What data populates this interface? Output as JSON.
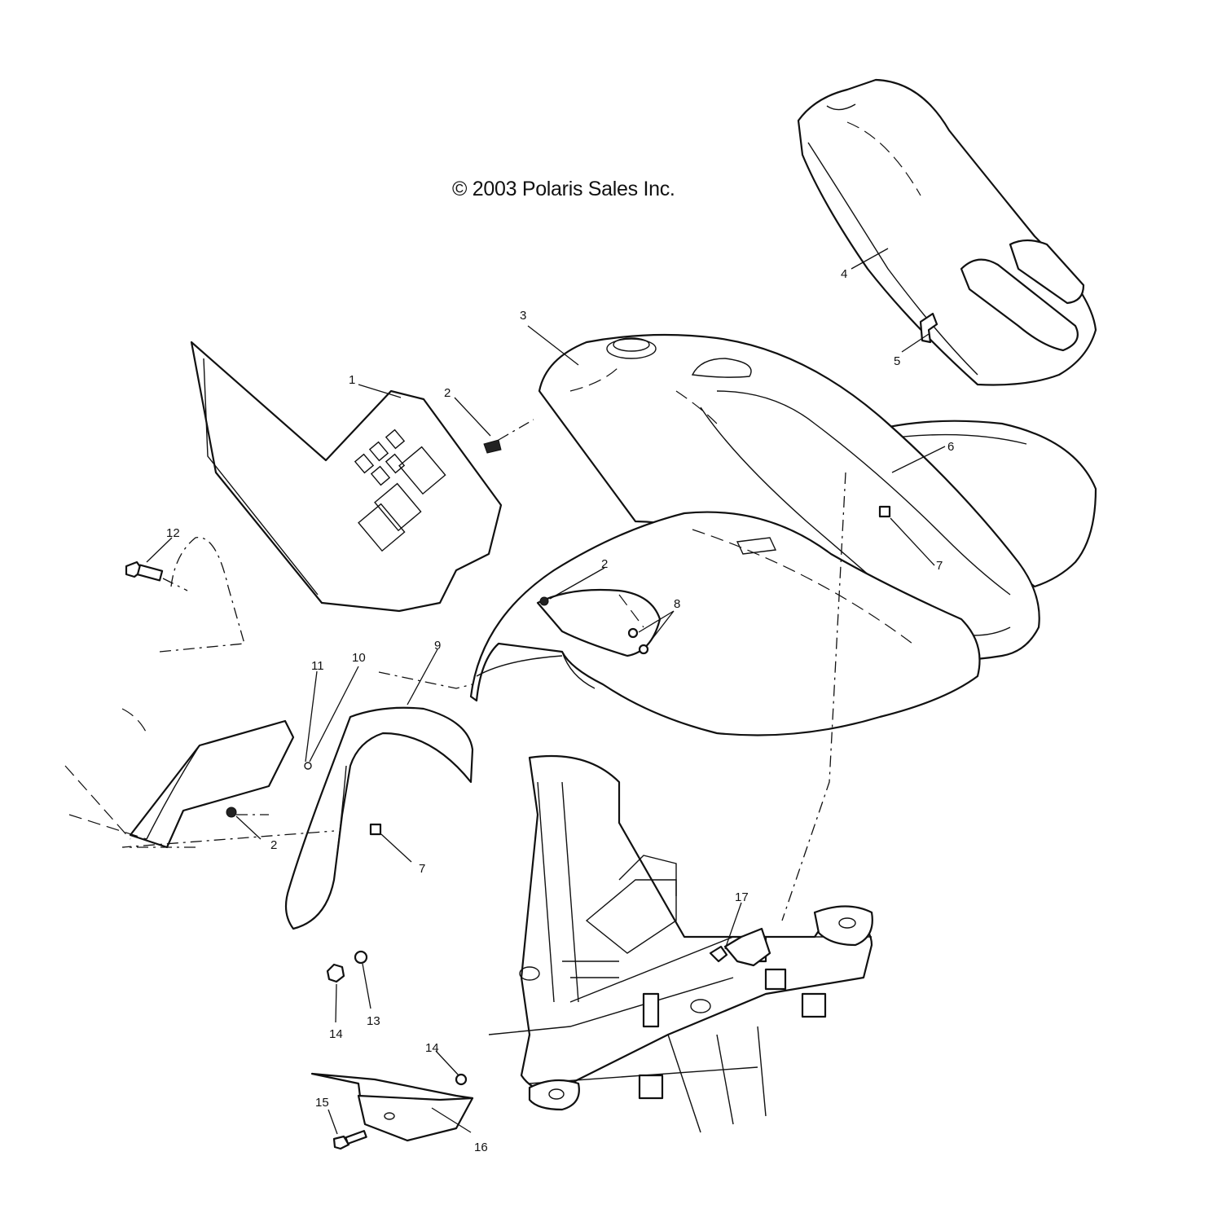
{
  "copyright": "© 2003 Polaris Sales Inc.",
  "callouts": {
    "c1": "1",
    "c2a": "2",
    "c2b": "2",
    "c2c": "2",
    "c3": "3",
    "c4": "4",
    "c5": "5",
    "c6": "6",
    "c7a": "7",
    "c7b": "7",
    "c8": "8",
    "c9": "9",
    "c10": "10",
    "c11": "11",
    "c12": "12",
    "c13": "13",
    "c14a": "14",
    "c14b": "14",
    "c15": "15",
    "c16": "16",
    "c17": "17"
  }
}
